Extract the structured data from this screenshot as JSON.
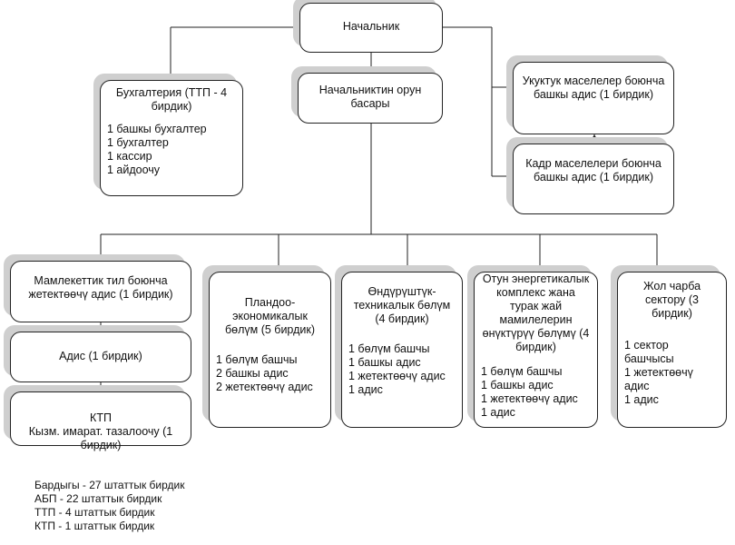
{
  "head": {
    "title": "Начальник"
  },
  "deputy": {
    "title": "Начальниктин орун басары"
  },
  "accounting": {
    "title": "Бухгалтерия (ТТП - 4 бирдик)",
    "items": [
      "1 башкы бухгалтер",
      "1 бухгалтер",
      "1 кассир",
      "1 айдоочу"
    ]
  },
  "legal": {
    "title": "Укуктук маселелер боюнча башкы адис (1 бирдик)"
  },
  "hr": {
    "title": "Кадр маселелери боюнча башкы адис (1 бирдик)"
  },
  "left_column": [
    {
      "title": "Мамлекеттик тил боюнча жетектөөчү адис (1 бирдик)"
    },
    {
      "title": "Адис (1 бирдик)"
    },
    {
      "title": "КТП\nКызм. имарат. тазалоочу (1 бирдик)"
    }
  ],
  "departments": [
    {
      "title": "Пландоо-экономикалык бөлүм (5 бирдик)",
      "items": [
        "1 бөлүм башчы",
        "2 башкы адис",
        "2 жетектөөчү адис"
      ]
    },
    {
      "title": "Өндүрүштүк-техникалык бөлүм (4 бирдик)",
      "items": [
        "1 бөлүм башчы",
        "1 башкы адис",
        "1 жетектөөчү адис",
        "1 адис"
      ]
    },
    {
      "title": "Отун энергетикалык комплекс жана турак жай мамилелерин өнүктүрүү бөлүмү (4 бирдик)",
      "items": [
        "1 бөлүм башчы",
        "1 башкы адис",
        "1 жетектөөчү адис",
        "1 адис"
      ]
    },
    {
      "title": "Жол чарба сектору (3 бирдик)",
      "items": [
        "1 сектор башчысы",
        "1 жетектөөчү адис",
        "1 адис"
      ]
    }
  ],
  "summary": [
    "Бардыгы - 27 штаттык бирдик",
    "АБП - 22 штаттык бирдик",
    "ТТП - 4 штаттык бирдик",
    "КТП - 1 штаттык бирдик"
  ]
}
